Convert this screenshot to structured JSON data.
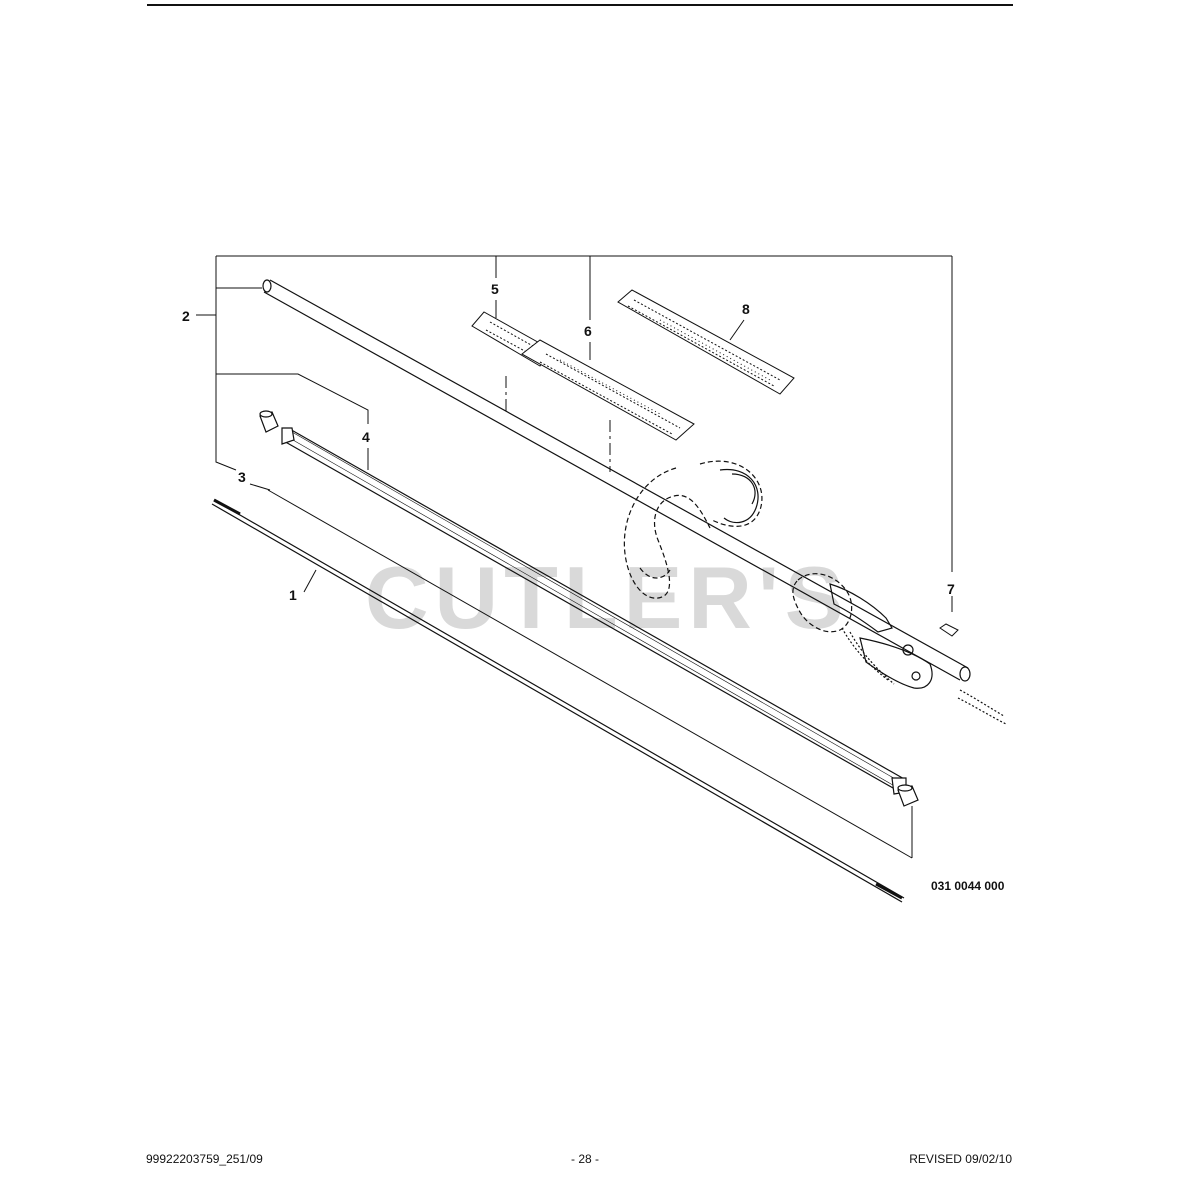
{
  "diagram": {
    "watermark": "CUTLER'S",
    "figure_id": "031 0044 000",
    "callouts": [
      "1",
      "2",
      "3",
      "4",
      "5",
      "6",
      "7",
      "8"
    ]
  },
  "footer": {
    "doc_code": "99922203759_251/09",
    "page_number": "- 28 -",
    "revision": "REVISED 09/02/10"
  }
}
